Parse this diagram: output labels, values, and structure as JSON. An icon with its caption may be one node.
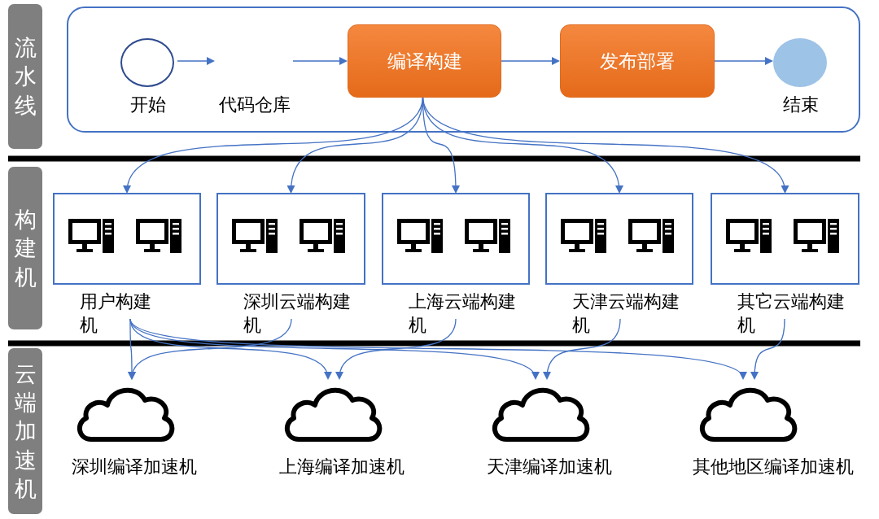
{
  "diagram": {
    "nodes": [
      {
        "text": [
          "流水线"
        ]
      },
      {
        "text": [],
        "shape": "box"
      },
      {
        "text": [
          "开始"
        ],
        "in": 1
      },
      {
        "text": [
          "代码仓库"
        ],
        "in": 1
      },
      {
        "text": [
          "编译构建"
        ],
        "in": 1
      },
      {
        "text": [
          "发布部署"
        ],
        "in": 1
      },
      {
        "text": [
          "结束"
        ],
        "in": 1
      },
      {
        "text": [
          "构建机"
        ]
      },
      {
        "text": [
          "用户构建机"
        ]
      },
      {
        "text": [
          "深圳云端构建机"
        ]
      },
      {
        "text": [
          "上海云端构建机"
        ]
      },
      {
        "text": [
          "天津云端构建机"
        ]
      },
      {
        "text": [
          "其它云端构建机"
        ]
      },
      {
        "text": [
          "云端加速机"
        ]
      },
      {
        "text": [
          "深圳编译加速机"
        ]
      },
      {
        "text": [
          "上海编译加速机"
        ]
      },
      {
        "text": [
          "天津编译加速机"
        ]
      },
      {
        "text": [
          "其他地区编译加速机"
        ]
      }
    ],
    "edges": [
      {
        "from": 2,
        "to": 3,
        "arrow": "to"
      },
      {
        "from": 3,
        "to": 4,
        "arrow": "to"
      },
      {
        "from": 4,
        "to": 5,
        "arrow": "to"
      },
      {
        "from": 5,
        "to": 6,
        "arrow": "to"
      },
      {
        "from": 4,
        "to": 8,
        "arrow": "to"
      },
      {
        "from": 4,
        "to": 9,
        "arrow": "to"
      },
      {
        "from": 4,
        "to": 10,
        "arrow": "to"
      },
      {
        "from": 4,
        "to": 11,
        "arrow": "to"
      },
      {
        "from": 4,
        "to": 12,
        "arrow": "to"
      },
      {
        "from": 8,
        "to": 14,
        "arrow": "to"
      },
      {
        "from": 8,
        "to": 15,
        "arrow": "to"
      },
      {
        "from": 8,
        "to": 16,
        "arrow": "to"
      },
      {
        "from": 8,
        "to": 17,
        "arrow": "to"
      },
      {
        "from": 9,
        "to": 14,
        "arrow": "to"
      },
      {
        "from": 10,
        "to": 15,
        "arrow": "to"
      },
      {
        "from": 11,
        "to": 16,
        "arrow": "to"
      },
      {
        "from": 12,
        "to": 17,
        "arrow": "to"
      }
    ]
  }
}
